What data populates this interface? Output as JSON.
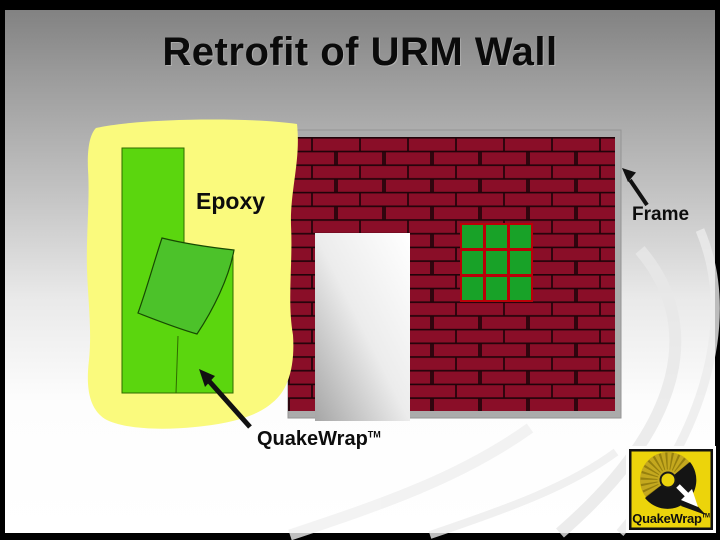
{
  "slide": {
    "title": "Retrofit of URM Wall",
    "labels": {
      "epoxy": "Epoxy",
      "frame": "Frame",
      "quakewrap": "QuakeWrap",
      "quakewrap_tm": "TM"
    },
    "logo": {
      "text": "QuakeWrap",
      "tm": "TM"
    },
    "colors": {
      "brick": "#8a0e28",
      "mortar": "#200309",
      "wall_frame": "#ababab",
      "epoxy_yellow": "#fafa7d",
      "wrap_green": "#5bd60e",
      "sheet_green": "#4cc22a",
      "window_green": "#18a228",
      "window_mullion": "#bb0008",
      "logo_yellow": "#ecd40b",
      "arrow_black": "#111111"
    }
  }
}
